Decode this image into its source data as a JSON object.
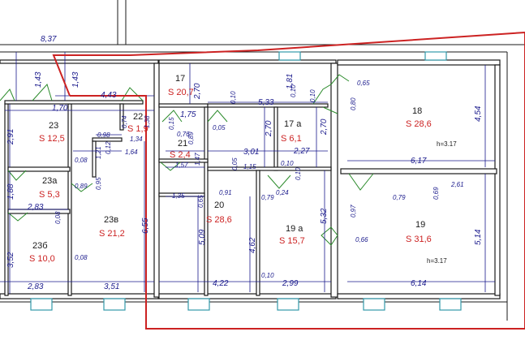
{
  "colors": {
    "wall": "#1a1a1a",
    "dimension": "#1a1a8c",
    "area_text": "#cc2222",
    "boundary": "#cc2222",
    "door_swing": "#2a8a2a",
    "window": "#3399aa"
  },
  "top_dimension": "8,37",
  "rooms": [
    {
      "num": "17",
      "area": "S 20,7"
    },
    {
      "num": "18",
      "area": "S 28,6",
      "height": "h=3.17"
    },
    {
      "num": "19",
      "area": "S 31,6",
      "height": "h=3.17"
    },
    {
      "num": "19 a",
      "area": "S 15,7"
    },
    {
      "num": "20",
      "area": "S 28,6"
    },
    {
      "num": "21",
      "area": "S 2,4"
    },
    {
      "num": "22",
      "area": "S 1,9"
    },
    {
      "num": "17 a",
      "area": "S 6,1"
    },
    {
      "num": "23",
      "area": "S 12,5"
    },
    {
      "num": "23а",
      "area": "S 5,3"
    },
    {
      "num": "23в",
      "area": "S 21,2"
    },
    {
      "num": "23б",
      "area": "S 10,0"
    }
  ],
  "dimensions": [
    "1,43",
    "1,43",
    "4,43",
    "1,70",
    "2,91",
    "1,88",
    "2,83",
    "3,52",
    "2,83",
    "3,51",
    "6,55",
    "0,98",
    "1,34",
    "1,64",
    "0,74",
    "1,38",
    "0,12",
    "1,21",
    "0,95",
    "0,89",
    "0,08",
    "0,08",
    "0,08",
    "2,70",
    "1,75",
    "0,15",
    "0,76",
    "0,89",
    "1,57",
    "1,47",
    "0,05",
    "5,33",
    "1,81",
    "0,10",
    "0,10",
    "2,70",
    "2,70",
    "3,01",
    "2,27",
    "0,10",
    "1,15",
    "0,05",
    "0,91",
    "0,79",
    "0,24",
    "0,10",
    "1,35",
    "0,65",
    "5,09",
    "4,62",
    "4,22",
    "2,99",
    "0,10",
    "5,32",
    "0,65",
    "0,80",
    "4,54",
    "6,17",
    "2,61",
    "0,79",
    "0,69",
    "0,97",
    "0,66",
    "5,14",
    "6,14",
    "0,10"
  ]
}
